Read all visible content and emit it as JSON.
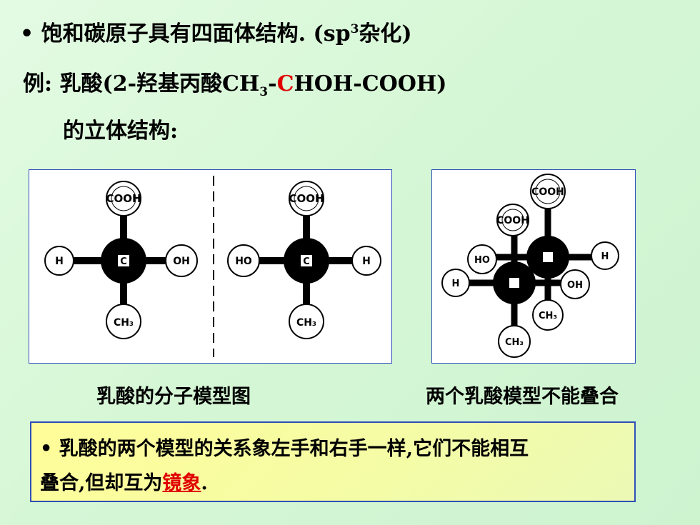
{
  "line1": {
    "bullet": "•",
    "text_a": "饱和碳原子具有四面体结构. (sp",
    "sup": "3",
    "text_b": "杂化)"
  },
  "line2": {
    "a": "例: 乳酸(2-羟基丙酸CH",
    "sub": "3",
    "b": "-",
    "red": "C",
    "c": "HOH-COOH)"
  },
  "line3": {
    "text": "的立体结构:"
  },
  "model": {
    "cooh": "COOH",
    "c": "C",
    "h": "H",
    "oh": "OH",
    "ho": "HO",
    "ch3": "CH₃"
  },
  "captions": {
    "left": "乳酸的分子模型图",
    "right": "两个乳酸模型不能叠合"
  },
  "summary": {
    "bullet": "•",
    "line1": "乳酸的两个模型的关系象左手和右手一样,它们不能相互",
    "line2_a": "叠合,但却互为",
    "link": "镜象",
    "line2_b": "."
  },
  "colors": {
    "panel_border": "#2f4fb8",
    "red_text": "#e00000",
    "summary_bg": "#fffd99"
  }
}
